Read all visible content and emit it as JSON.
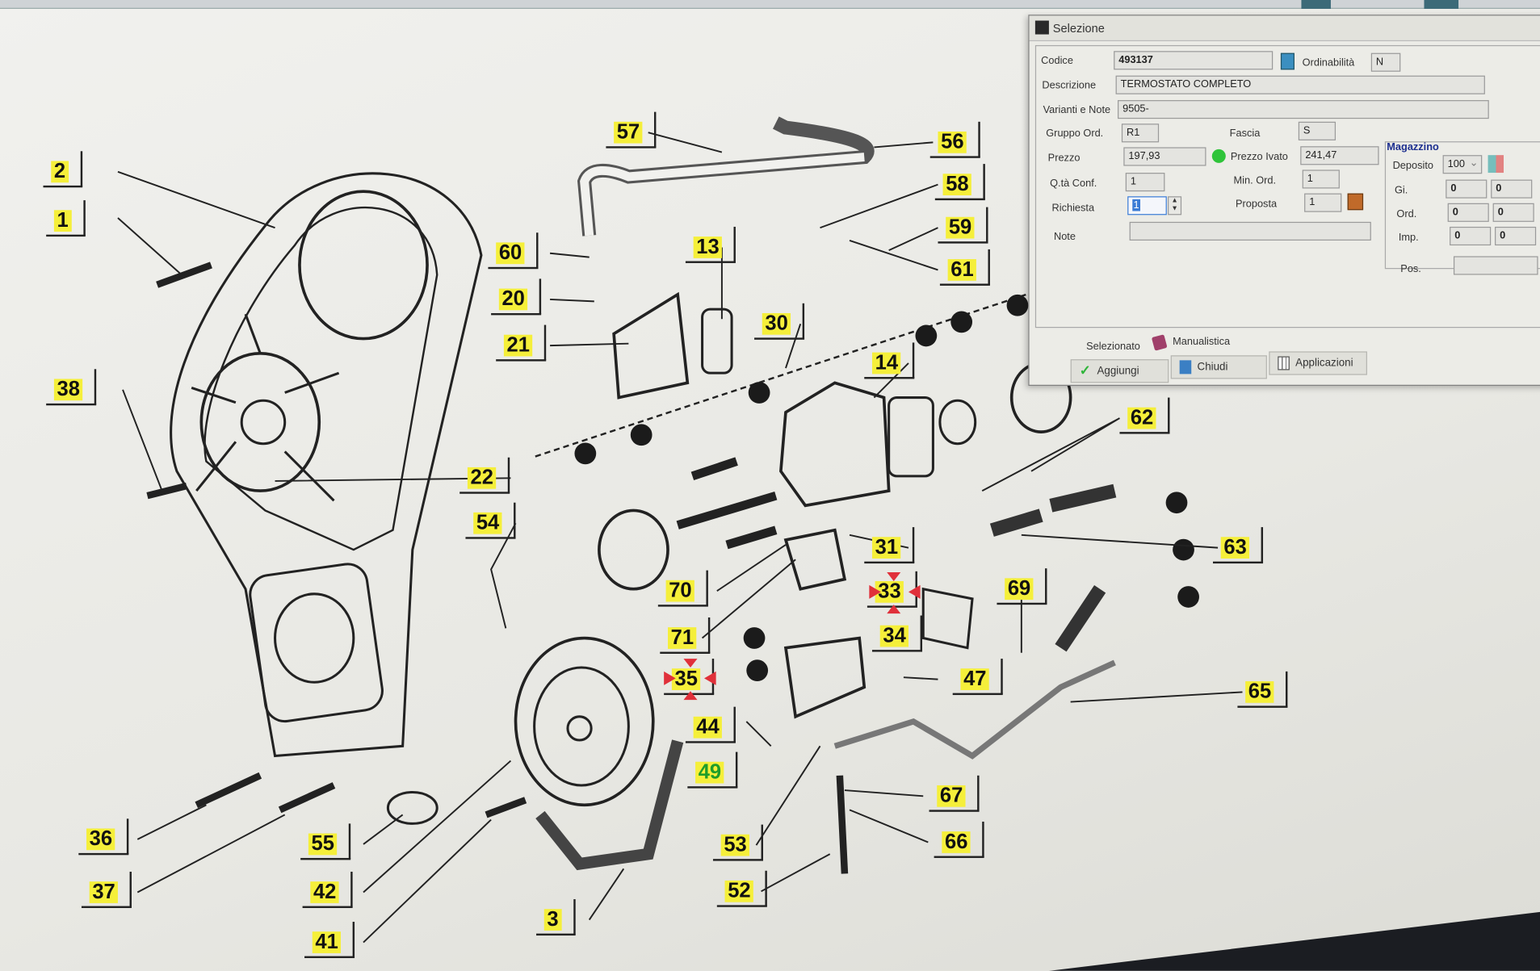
{
  "dialog": {
    "title": "Selezione",
    "fields": {
      "codice": {
        "label": "Codice",
        "value": "493137"
      },
      "ordinabilita": {
        "label": "Ordinabilità",
        "value": "N"
      },
      "descrizione": {
        "label": "Descrizione",
        "value": "TERMOSTATO COMPLETO"
      },
      "varianti": {
        "label": "Varianti e Note",
        "value": "9505-"
      },
      "gruppo_ord": {
        "label": "Gruppo Ord.",
        "value": "R1"
      },
      "fascia": {
        "label": "Fascia",
        "value": "S"
      },
      "prezzo": {
        "label": "Prezzo",
        "value": "197,93"
      },
      "prezzo_ivato": {
        "label": "Prezzo Ivato",
        "value": "241,47"
      },
      "qta_conf": {
        "label": "Q.tà Conf.",
        "value": "1"
      },
      "min_ord": {
        "label": "Min. Ord.",
        "value": "1"
      },
      "richiesta": {
        "label": "Richiesta",
        "value": "1"
      },
      "proposta": {
        "label": "Proposta",
        "value": "1"
      },
      "note": {
        "label": "Note",
        "value": ""
      }
    },
    "magazzino": {
      "title": "Magazzino",
      "deposito_label": "Deposito",
      "deposito_value": "100",
      "rows": [
        {
          "label": "Gi.",
          "values": [
            "0",
            "0"
          ]
        },
        {
          "label": "Ord.",
          "values": [
            "0",
            "0"
          ]
        },
        {
          "label": "Imp.",
          "values": [
            "0",
            "0"
          ]
        }
      ],
      "pos_label": "Pos.",
      "pos_value": ""
    },
    "selezionato_label": "Selezionato",
    "manualistica_label": "Manualistica",
    "buttons": {
      "aggiungi": "Aggiungi",
      "chiudi": "Chiudi",
      "applicazioni": "Applicazioni"
    },
    "colors": {
      "status_dot": "#2fc43a",
      "heading": "#1d2f8f"
    }
  },
  "diagram": {
    "callouts": [
      "2",
      "1",
      "38",
      "57",
      "56",
      "58",
      "59",
      "61",
      "60",
      "20",
      "21",
      "13",
      "30",
      "14",
      "62",
      "22",
      "54",
      "31",
      "33",
      "63",
      "70",
      "69",
      "34",
      "71",
      "35",
      "47",
      "65",
      "44",
      "49",
      "67",
      "53",
      "66",
      "52",
      "36",
      "55",
      "37",
      "42",
      "41",
      "3"
    ],
    "highlight_color": "#f5ef3a",
    "selected_marker_color": "#e0303a"
  }
}
